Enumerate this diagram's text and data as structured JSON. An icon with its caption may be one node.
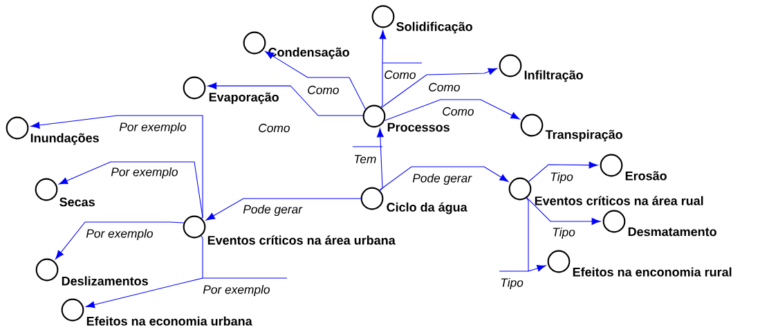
{
  "diagram": {
    "nodes": [
      {
        "text": [
          "Ciclo da água"
        ]
      },
      {
        "text": [
          "Processos"
        ]
      },
      {
        "text": [
          "Evaporação"
        ]
      },
      {
        "text": [
          "Condensação"
        ]
      },
      {
        "text": [
          "Solidificação"
        ]
      },
      {
        "text": [
          "Infiltração"
        ]
      },
      {
        "text": [
          "Transpiração"
        ]
      },
      {
        "text": [
          "Eventos críticos na área urbana"
        ]
      },
      {
        "text": [
          "Inundações"
        ]
      },
      {
        "text": [
          "Secas"
        ]
      },
      {
        "text": [
          "Deslizamentos"
        ]
      },
      {
        "text": [
          "Efeitos na economia urbana"
        ]
      },
      {
        "text": [
          "Eventos críticos na área rual"
        ]
      },
      {
        "text": [
          "Erosão"
        ]
      },
      {
        "text": [
          "Desmatamento"
        ]
      },
      {
        "text": [
          "Efeitos na enconomia rural"
        ]
      }
    ],
    "edges": [
      {
        "from": 0,
        "to": 1,
        "arrow": "to",
        "label": "Tem"
      },
      {
        "from": 1,
        "to": 2,
        "arrow": "to",
        "label": "Como"
      },
      {
        "from": 1,
        "to": 3,
        "arrow": "to",
        "label": "Como"
      },
      {
        "from": 1,
        "to": 4,
        "arrow": "to",
        "label": "Como"
      },
      {
        "from": 1,
        "to": 5,
        "arrow": "to",
        "label": "Como"
      },
      {
        "from": 1,
        "to": 6,
        "arrow": "to",
        "label": "Como"
      },
      {
        "from": 0,
        "to": 7,
        "arrow": "to",
        "label": "Pode gerar"
      },
      {
        "from": 7,
        "to": 8,
        "arrow": "to",
        "label": "Por exemplo"
      },
      {
        "from": 7,
        "to": 9,
        "arrow": "to",
        "label": "Por exemplo"
      },
      {
        "from": 7,
        "to": 10,
        "arrow": "to",
        "label": "Por exemplo"
      },
      {
        "from": 7,
        "to": 11,
        "arrow": "to",
        "label": "Por exemplo"
      },
      {
        "from": 0,
        "to": 12,
        "arrow": "to",
        "label": "Pode gerar"
      },
      {
        "from": 12,
        "to": 13,
        "arrow": "to",
        "label": "Tipo"
      },
      {
        "from": 12,
        "to": 14,
        "arrow": "to",
        "label": "Tipo"
      },
      {
        "from": 12,
        "to": 15,
        "arrow": "to",
        "label": "Tipo"
      }
    ]
  }
}
